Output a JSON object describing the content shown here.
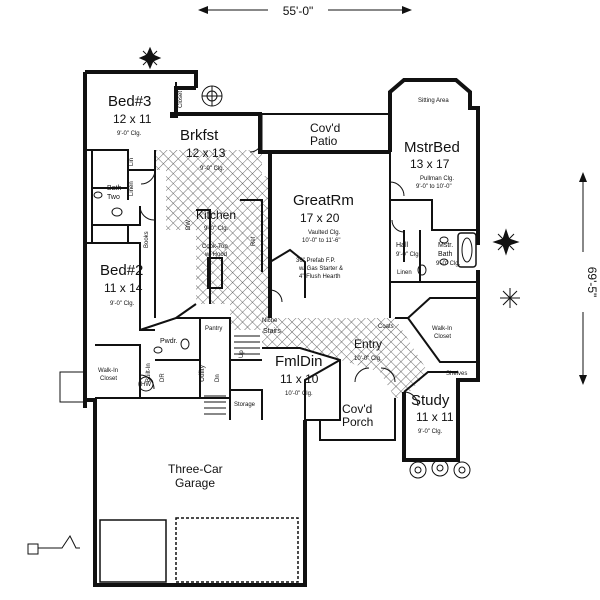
{
  "dimensions": {
    "width": "55'-0\"",
    "depth": "69'-5\""
  },
  "rooms": {
    "bed3": {
      "name": "Bed#3",
      "size": "12 x 11",
      "ceiling": "9'-0\" Clg."
    },
    "closet_bed3": {
      "name": "Closet"
    },
    "brkfst": {
      "name": "Brkfst",
      "size": "12 x 13",
      "ceiling": "9'-0\" Clg."
    },
    "patio": {
      "name": "Cov'd",
      "name2": "Patio"
    },
    "sitting": {
      "name": "Sitting Area"
    },
    "mstrbed": {
      "name": "MstrBed",
      "size": "13 x 17",
      "ceiling": "Pullman Clg.",
      "ceiling2": "9'-0\" to 10'-0\""
    },
    "bath2": {
      "name": "Bath",
      "name2": "Two"
    },
    "lin": "Lin",
    "linen": "Linen",
    "greatrm": {
      "name": "GreatRm",
      "size": "17 x 20",
      "ceiling": "Vaulted Clg.",
      "ceiling2": "10'-0\" to 11'-6\""
    },
    "fireplace": {
      "line1": "36\" Prefab F.P.",
      "line2": "w/ Gas Starter &",
      "line3": "4\" Flush Hearth"
    },
    "kitchen": {
      "name": "Kitchen",
      "ceiling": "9'-0\" Clg.",
      "cooktop": "Cook-Top",
      "cooktop2": "w/ Hood"
    },
    "books": "Books",
    "dw": "DW",
    "ref": "Ref",
    "hall": {
      "name": "Hall",
      "ceiling": "9'-0\" Clg."
    },
    "mstrbath": {
      "name": "Mstr.",
      "name2": "Bath",
      "ceiling": "9'-0\" Clg."
    },
    "linen_m": "Linen",
    "bed2": {
      "name": "Bed#2",
      "size": "11 x 14",
      "ceiling": "9'-0\" Clg."
    },
    "pantry": "Pantry",
    "niche": "Niche",
    "stairs": "Stairs",
    "coats": "Coats",
    "wic_master": {
      "name": "Walk-In",
      "name2": "Closet"
    },
    "pwdr": "Pwdr.",
    "builtin": "Built-In",
    "utility": "Utility",
    "dn": "Dn",
    "up": "Up",
    "entry": {
      "name": "Entry",
      "ceiling": "10'-0\" Clg."
    },
    "shelves": "Shelves",
    "fmldin": {
      "name": "FmlDin",
      "size": "11 x 10",
      "ceiling": "10'-0\" Clg."
    },
    "wic_bed2": {
      "name": "Walk-In",
      "name2": "Closet"
    },
    "hw": "HW",
    "dr": "DR",
    "storage": "Storage",
    "porch": {
      "name": "Cov'd",
      "name2": "Porch"
    },
    "study": {
      "name": "Study",
      "size": "11 x 11",
      "ceiling": "9'-0\" Clg."
    },
    "garage": {
      "name": "Three-Car",
      "name2": "Garage"
    }
  }
}
